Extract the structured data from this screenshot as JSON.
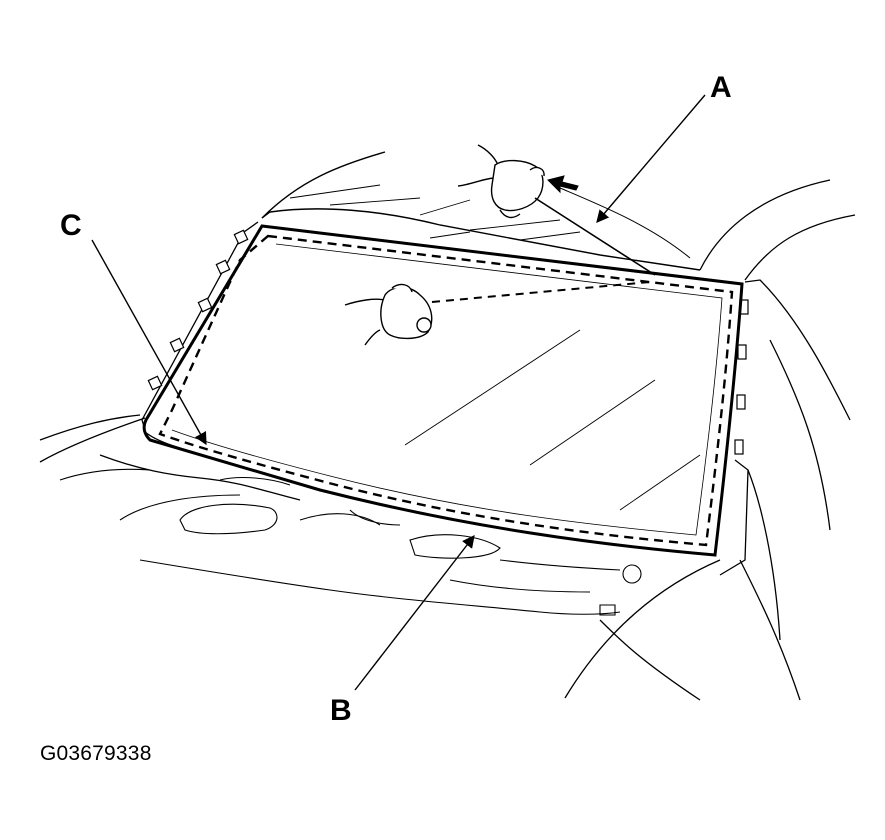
{
  "diagram": {
    "callouts": {
      "a": "A",
      "b": "B",
      "c": "C"
    },
    "figure_code": "G03679338"
  },
  "colors": {
    "line": "#000000",
    "background": "#ffffff"
  }
}
